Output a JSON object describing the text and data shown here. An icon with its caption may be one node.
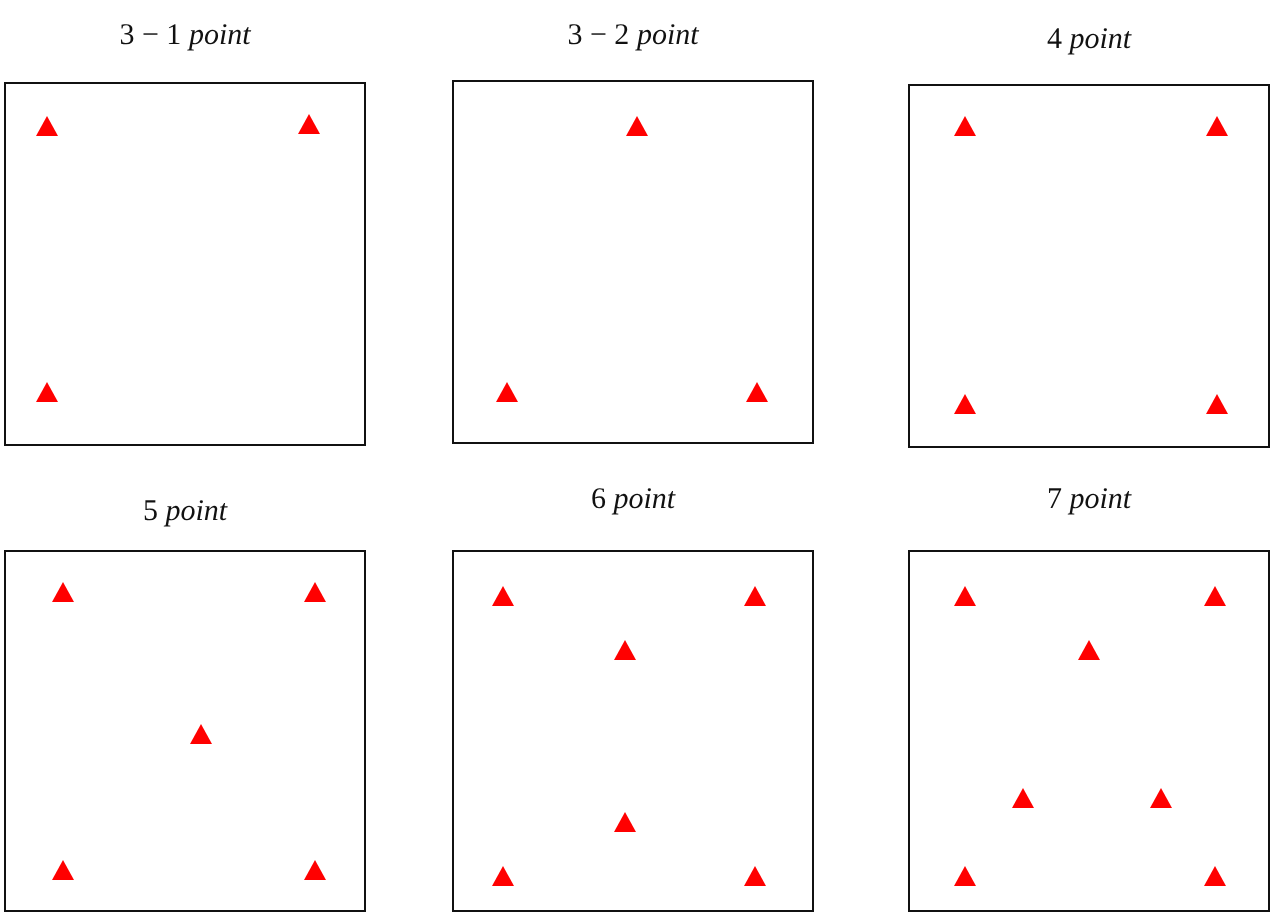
{
  "diagram": {
    "nodes": [
      {
        "text": [
          "3 − 1 *point*"
        ]
      },
      {
        "text": [
          "3 − 2 *point*"
        ]
      },
      {
        "text": [
          "4 *point*"
        ]
      },
      {
        "text": [
          "5 *point*"
        ]
      },
      {
        "text": [
          "6 *point*"
        ]
      },
      {
        "text": [
          "7 *point*"
        ]
      }
    ]
  }
}
